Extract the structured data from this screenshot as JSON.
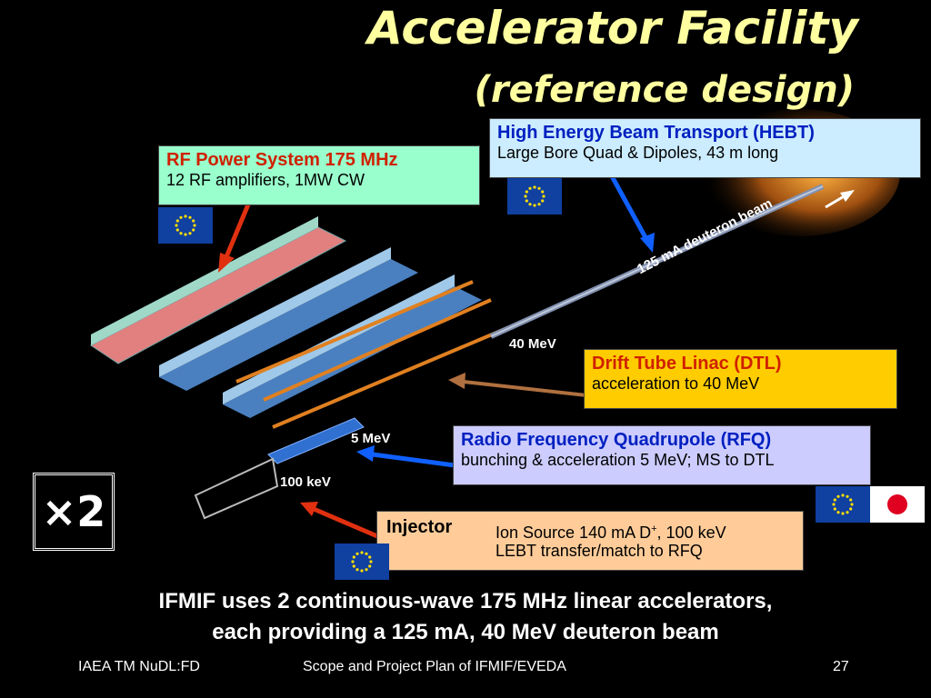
{
  "title": {
    "line1": "Accelerator Facility",
    "line2": "(reference design)"
  },
  "rf_box": {
    "heading": "RF Power System 175 MHz",
    "text": "12 RF amplifiers, 1MW CW"
  },
  "hebt_box": {
    "heading": "High Energy Beam Transport (HEBT)",
    "text": "Large Bore Quad & Dipoles, 43 m long"
  },
  "dtl_box": {
    "heading": "Drift Tube Linac (DTL)",
    "text": "acceleration to 40 MeV"
  },
  "rfq_box": {
    "heading": "Radio Frequency Quadrupole (RFQ)",
    "text": "bunching & acceleration 5 MeV;  MS to DTL"
  },
  "injector_box": {
    "heading": "Injector",
    "line1": "Ion Source 140 mA D",
    "line1_sup": "+",
    "line1_rest": ", 100 keV",
    "line2": "LEBT transfer/match to RFQ"
  },
  "diagram_labels": {
    "beam": "125 mA deuteron beam",
    "e40": "40 MeV",
    "e5": "5 MeV",
    "e100": "100 keV"
  },
  "multiplier": "×2",
  "bottom": {
    "line1": "IFMIF uses 2 continuous-wave 175 MHz linear accelerators,",
    "line2": "each providing a 125 mA, 40 MeV deuteron beam"
  },
  "footer": {
    "left": "IAEA TM NuDL:FD",
    "center": "Scope and Project Plan of IFMIF/EVEDA",
    "page": "27"
  },
  "colors": {
    "title": "#ffffa0",
    "rf_bg": "#99ffcc",
    "hebt_bg": "#ccecff",
    "dtl_bg": "#ffcc00",
    "rfq_bg": "#ccccff",
    "injector_bg": "#ffcc99",
    "arrow_red": "#e03010",
    "arrow_blue": "#1060ff"
  }
}
